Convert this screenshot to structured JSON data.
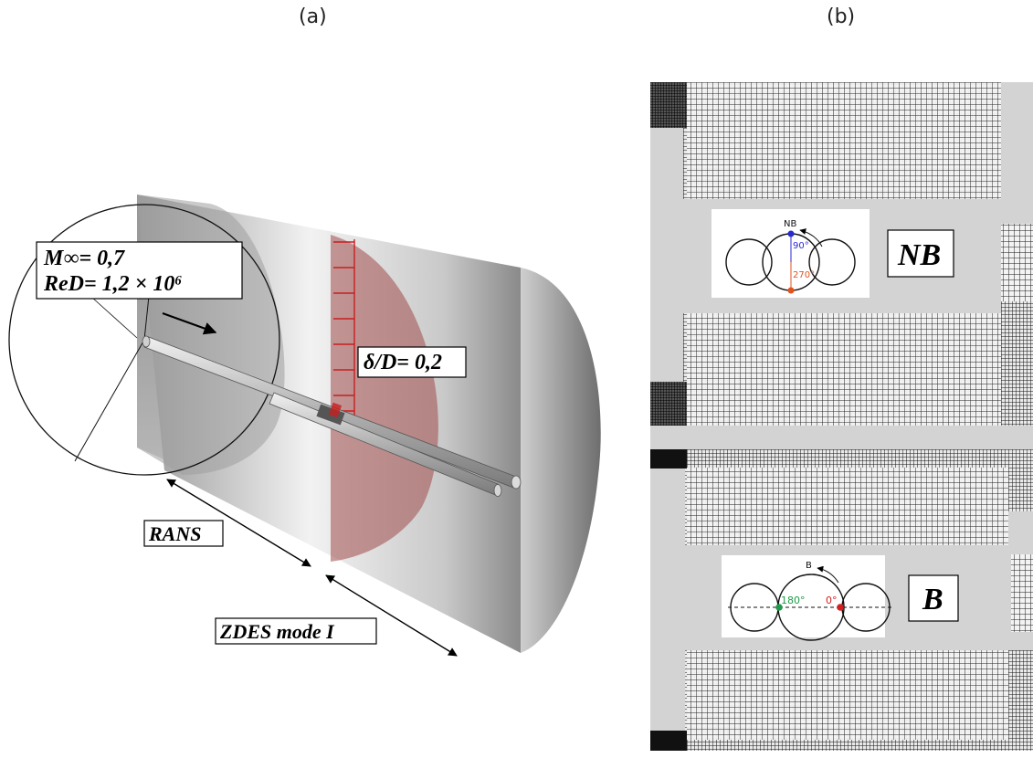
{
  "panels": {
    "a_label": "(a)",
    "b_label": "(b)"
  },
  "panel_a": {
    "mach": "M∞= 0,7",
    "reynolds": "ReD= 1,2 × 10⁶",
    "delta": "δ/D= 0,2",
    "rans": "RANS",
    "zdes": "ZDES mode I"
  },
  "panel_b": {
    "nb_box": "NB",
    "b_box": "B",
    "nb_inset": {
      "title": "NB",
      "angle_top": "90°",
      "angle_bottom": "270°"
    },
    "b_inset": {
      "title": "B",
      "angle_left": "180°",
      "angle_right": "0°"
    }
  },
  "colors": {
    "blue": "#2a2ad0",
    "orange": "#e2521c",
    "green": "#1e9a4a",
    "red": "#d42020",
    "mesh_dark": "#111111",
    "slab_gray": "#d3d3d3",
    "sheet_red": "#a04a4a"
  }
}
